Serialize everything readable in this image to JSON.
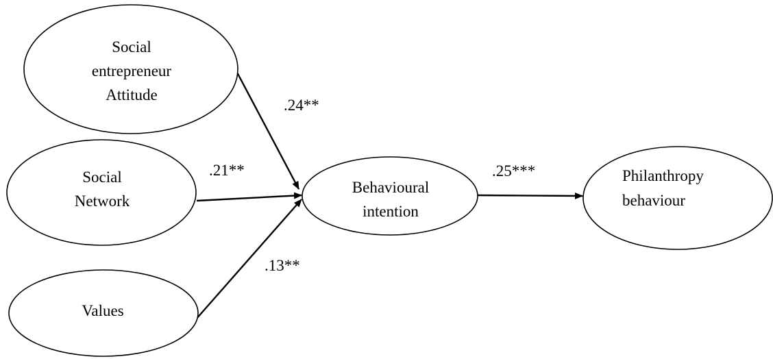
{
  "nodes": {
    "attitude": {
      "lines": [
        "Social",
        "entrepreneur",
        "Attitude"
      ]
    },
    "network": {
      "lines": [
        "Social",
        "Network"
      ]
    },
    "values": {
      "lines": [
        "Values"
      ]
    },
    "intention": {
      "lines": [
        "Behavioural",
        "intention"
      ]
    },
    "philanthropy": {
      "lines": [
        "Philanthropy",
        "behaviour"
      ]
    }
  },
  "edges": {
    "attitude_to_intention": ".24**",
    "network_to_intention": ".21**",
    "values_to_intention": ".13**",
    "intention_to_philanthropy": ".25***"
  },
  "colors": {
    "stroke": "#000000",
    "fill": "#ffffff",
    "text": "#000000"
  }
}
